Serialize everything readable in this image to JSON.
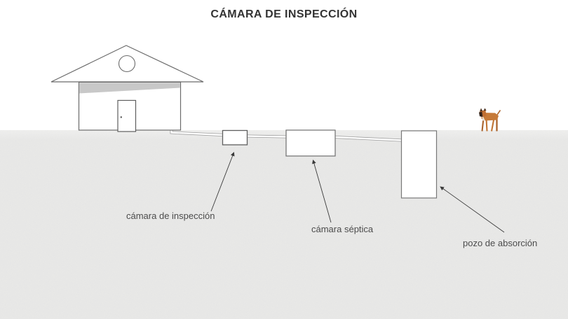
{
  "title": "CÁMARA DE INSPECCIÓN",
  "diagram": {
    "labels": {
      "inspection_chamber": "cámara de inspección",
      "septic_tank": "cámara séptica",
      "absorption_well": "pozo de absorción"
    },
    "components": [
      "house-icon",
      "inspection-chamber-box",
      "septic-tank-box",
      "absorption-well-box",
      "sewer-pipe",
      "dog-icon",
      "leader-arrow"
    ]
  },
  "colors": {
    "background": "#ffffff",
    "ground": "#e9e9e8",
    "outline": "#6b6b6b",
    "roof_shadow": "#c8c8c8",
    "pipe": "#9f9f9f",
    "box_border": "#666666",
    "arrow": "#3a3a3a",
    "title_text": "#333333",
    "label_text": "#4c4c4c",
    "dog_body": "#c67a38",
    "dog_dark": "#33231a"
  }
}
